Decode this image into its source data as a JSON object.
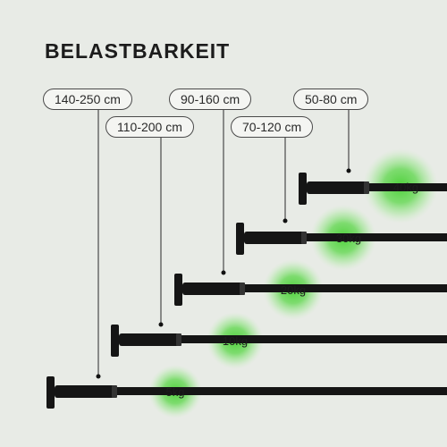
{
  "title": "BELASTBARKEIT",
  "rods": [
    {
      "range": "140-250 cm",
      "load": "5kg"
    },
    {
      "range": "110-200 cm",
      "load": "10kg"
    },
    {
      "range": "90-160 cm",
      "load": "20kg"
    },
    {
      "range": "70-120 cm",
      "load": "30kg"
    },
    {
      "range": "50-80 cm",
      "load": "40kg"
    }
  ],
  "colors": {
    "background": "#e8ebe6",
    "rod": "#151515",
    "glow": "#5ed44b",
    "label": "#1c1c1c"
  }
}
